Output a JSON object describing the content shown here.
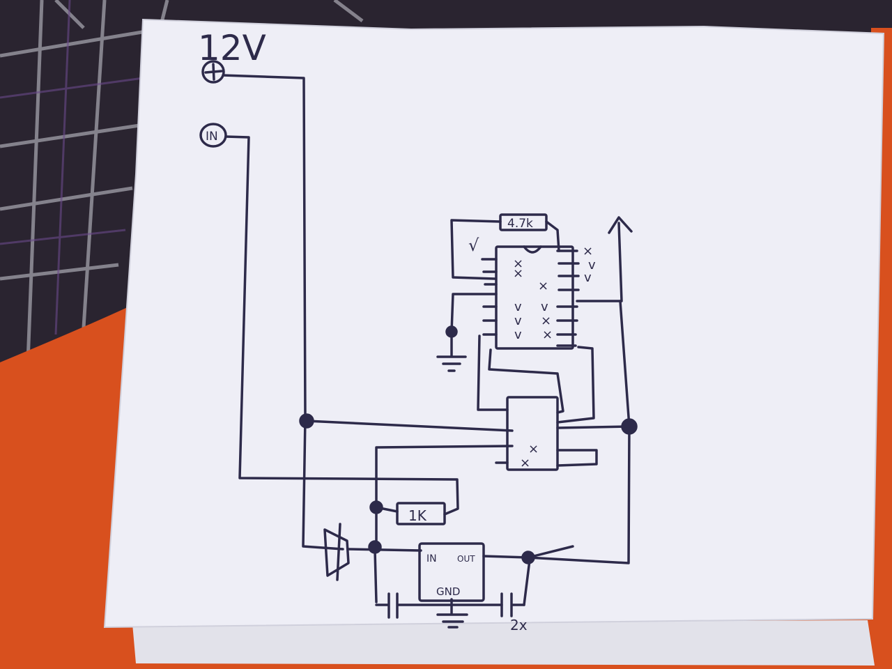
{
  "labels": {
    "supply_voltage": "12V",
    "plus_terminal": "+",
    "input_terminal": "IN",
    "top_resistor": "4.7k",
    "bottom_resistor": "1K",
    "regulator_in": "IN",
    "regulator_out": "OUT",
    "regulator_gnd": "GND",
    "capacitor_count": "2x"
  },
  "pin_marks": {
    "left_top": "√",
    "left_upper": [
      "×",
      "×"
    ],
    "left_lower": [
      "v",
      "v",
      "v"
    ],
    "right_upper": [
      "×",
      "v",
      "v"
    ],
    "right_mid": "×",
    "right_lower": [
      "v",
      "×",
      "×"
    ],
    "small_chip": [
      "×",
      "×"
    ]
  },
  "colors": {
    "ink": "#2d2a4a",
    "paper": "#eeeef6",
    "cloth_orange": "#d8501e",
    "cloth_dark": "#2a2430"
  }
}
